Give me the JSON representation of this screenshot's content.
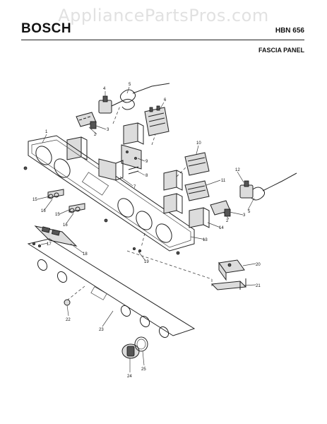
{
  "header": {
    "watermark": "AppliancePartsPros.com",
    "brand": "BOSCH",
    "model": "HBN 656",
    "section": "FASCIA PANEL"
  },
  "callouts": [
    "1",
    "2",
    "3",
    "4",
    "5",
    "6",
    "7",
    "8",
    "9",
    "10",
    "11",
    "12",
    "13",
    "14",
    "15",
    "16",
    "17",
    "18",
    "19",
    "20",
    "21",
    "22",
    "23",
    "24",
    "25"
  ]
}
